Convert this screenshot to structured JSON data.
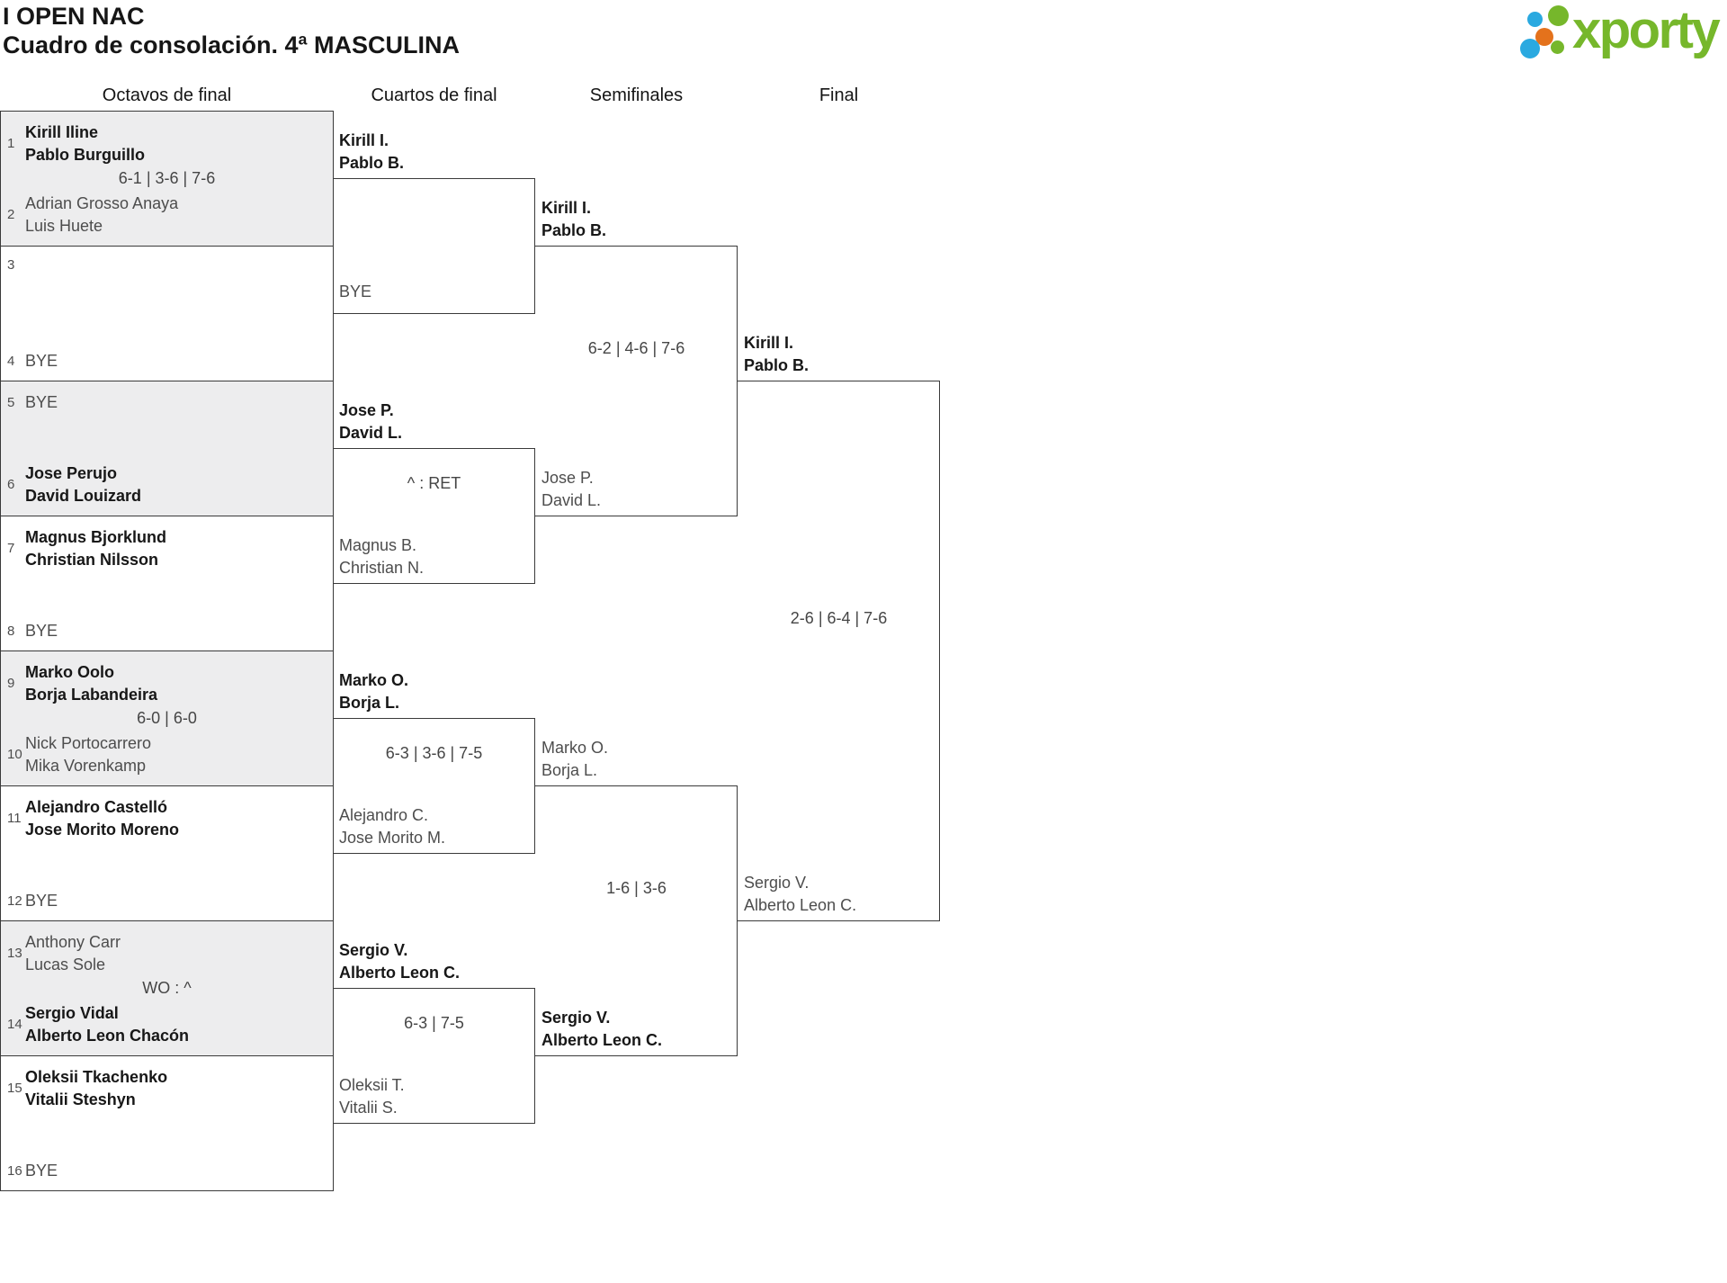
{
  "title": {
    "line1": "I OPEN NAC",
    "line2": "Cuadro de consolación. 4ª MASCULINA"
  },
  "logo": {
    "text": "xporty",
    "colors": {
      "green": "#76b72b",
      "blue": "#2aa9e0",
      "orange": "#e4721c"
    }
  },
  "styles": {
    "shaded_row_bg": "#ededee",
    "line_color": "#3a3a3a"
  },
  "round_labels": [
    "Octavos de final",
    "Cuartos de final",
    "Semifinales",
    "Final"
  ],
  "octavos": [
    {
      "seed_top": "1",
      "seed_bottom": "2",
      "top": {
        "p1": "Kirill Iline",
        "p2": "Pablo Burguillo",
        "win": true
      },
      "score": "6-1 | 3-6 | 7-6",
      "bottom": {
        "p1": "Adrian Grosso Anaya",
        "p2": "Luis Huete"
      }
    },
    {
      "seed_top": "3",
      "seed_bottom": "4",
      "top": {},
      "bottom": {
        "p1": "BYE"
      }
    },
    {
      "seed_top": "5",
      "seed_bottom": "6",
      "top": {
        "p1": "BYE"
      },
      "bottom": {
        "p1": "Jose Perujo",
        "p2": "David Louizard",
        "win": true
      }
    },
    {
      "seed_top": "7",
      "seed_bottom": "8",
      "top": {
        "p1": "Magnus Bjorklund",
        "p2": "Christian Nilsson",
        "win": true
      },
      "bottom": {
        "p1": "BYE"
      }
    },
    {
      "seed_top": "9",
      "seed_bottom": "10",
      "top": {
        "p1": "Marko Oolo",
        "p2": "Borja Labandeira",
        "win": true
      },
      "score": "6-0 | 6-0",
      "bottom": {
        "p1": "Nick Portocarrero",
        "p2": "Mika Vorenkamp"
      }
    },
    {
      "seed_top": "11",
      "seed_bottom": "12",
      "top": {
        "p1": "Alejandro Castelló",
        "p2": "Jose Morito Moreno",
        "win": true
      },
      "bottom": {
        "p1": "BYE"
      }
    },
    {
      "seed_top": "13",
      "seed_bottom": "14",
      "top": {
        "p1": "Anthony Carr",
        "p2": "Lucas Sole"
      },
      "score": "WO : ^",
      "bottom": {
        "p1": "Sergio Vidal",
        "p2": "Alberto Leon Chacón",
        "win": true
      }
    },
    {
      "seed_top": "15",
      "seed_bottom": "16",
      "top": {
        "p1": "Oleksii Tkachenko",
        "p2": "Vitalii Steshyn",
        "win": true
      },
      "bottom": {
        "p1": "BYE"
      }
    }
  ],
  "cuartos": [
    {
      "top": {
        "p1": "Kirill I.",
        "p2": "Pablo B.",
        "win": true
      },
      "bottom": {
        "p1": "BYE"
      }
    },
    {
      "top": {
        "p1": "Jose P.",
        "p2": "David L.",
        "win": true
      },
      "score": "^ : RET",
      "bottom": {
        "p1": "Magnus B.",
        "p2": "Christian N."
      }
    },
    {
      "top": {
        "p1": "Marko O.",
        "p2": "Borja L.",
        "win": true
      },
      "score": "6-3 | 3-6 | 7-5",
      "bottom": {
        "p1": "Alejandro C.",
        "p2": "Jose Morito M."
      }
    },
    {
      "top": {
        "p1": "Sergio V.",
        "p2": "Alberto Leon C.",
        "win": true
      },
      "score": "6-3 | 7-5",
      "bottom": {
        "p1": "Oleksii T.",
        "p2": "Vitalii S."
      }
    }
  ],
  "semifinales": [
    {
      "top": {
        "p1": "Kirill I.",
        "p2": "Pablo B.",
        "win": true
      },
      "score": "6-2 | 4-6 | 7-6",
      "bottom": {
        "p1": "Jose P.",
        "p2": "David L."
      }
    },
    {
      "top": {
        "p1": "Marko O.",
        "p2": "Borja L."
      },
      "score": "1-6 | 3-6",
      "bottom": {
        "p1": "Sergio V.",
        "p2": "Alberto Leon C.",
        "win": true
      }
    }
  ],
  "final": {
    "top": {
      "p1": "Kirill I.",
      "p2": "Pablo B.",
      "win": true
    },
    "score": "2-6 | 6-4 | 7-6",
    "bottom": {
      "p1": "Sergio V.",
      "p2": "Alberto Leon C."
    }
  }
}
